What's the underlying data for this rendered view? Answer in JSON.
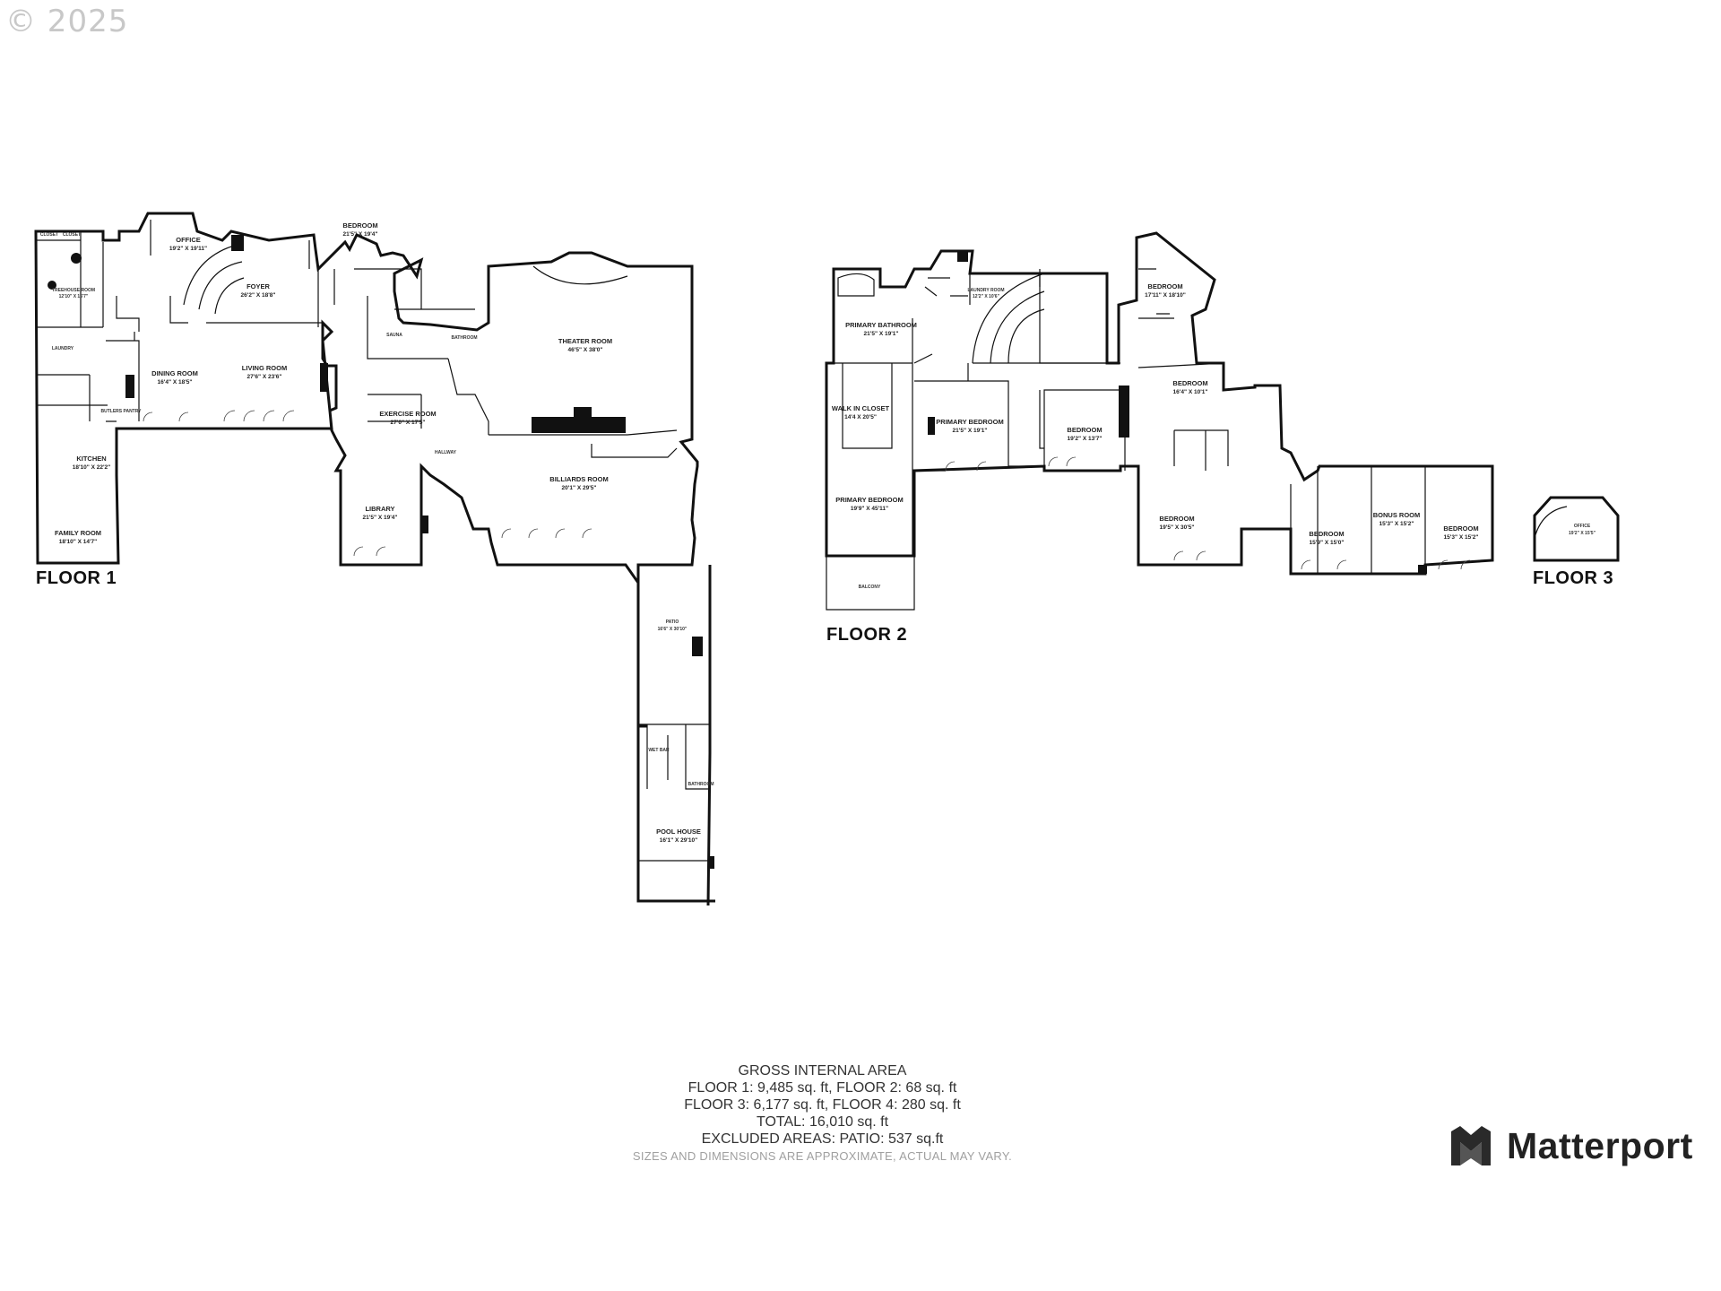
{
  "copyright": "© 2025",
  "floors": {
    "floor1": "FLOOR 1",
    "floor2": "FLOOR 2",
    "floor3": "FLOOR 3"
  },
  "rooms": {
    "closet": "CLOSET",
    "treehouse_room": "TREEHOUSE ROOM",
    "treehouse_room_dim": "12'10\" X 16'7\"",
    "office1": "OFFICE",
    "office1_dim": "19'2\" X 19'11\"",
    "foyer": "FOYER",
    "foyer_dim": "26'2\" X 18'8\"",
    "bedroom1": "BEDROOM",
    "bedroom1_dim": "21'5\" X 19'4\"",
    "sauna": "SAUNA",
    "bathroom": "BATHROOM",
    "theater_room": "THEATER ROOM",
    "theater_room_dim": "46'5\" X 38'0\"",
    "laundry": "LAUNDRY",
    "dining_room": "DINING ROOM",
    "dining_room_dim": "16'4\" X 18'5\"",
    "living_room": "LIVING ROOM",
    "living_room_dim": "27'6\" X 23'6\"",
    "exercise_room": "EXERCISE ROOM",
    "exercise_room_dim": "27'0\" X 17'5\"",
    "hallway": "HALLWAY",
    "butlers_pantry": "BUTLERS PANTRY",
    "kitchen": "KITCHEN",
    "kitchen_dim": "18'10\" X 22'2\"",
    "library": "LIBRARY",
    "library_dim": "21'5\" X 19'4\"",
    "billiards_room": "BILLIARDS ROOM",
    "billiards_room_dim": "20'1\" X 29'5\"",
    "family_room": "FAMILY ROOM",
    "family_room_dim": "18'10\" X 14'7\"",
    "patio": "PATIO",
    "patio_dim": "16'6\" X 30'10\"",
    "wet_bar": "WET BAR",
    "pool_house": "POOL HOUSE",
    "pool_house_dim": "16'1\" X 29'10\"",
    "primary_bathroom": "PRIMARY BATHROOM",
    "primary_bathroom_dim": "21'5\" X 19'1\"",
    "laundry_room": "LAUNDRY ROOM",
    "laundry_room_dim": "12'2\" X 10'6\"",
    "bedroom2": "BEDROOM",
    "bedroom2_dim": "17'11\" X 18'10\"",
    "walk_in_closet": "WALK IN CLOSET",
    "walk_in_closet_dim": "14'4 X 20'5\"",
    "primary_bedroom_a": "PRIMARY BEDROOM",
    "primary_bedroom_a_dim": "21'5\" X 19'1\"",
    "bedroom3": "BEDROOM",
    "bedroom3_dim": "19'2\" X 13'7\"",
    "bedroom4": "BEDROOM",
    "bedroom4_dim": "16'4\" X 10'1\"",
    "primary_bedroom_b": "PRIMARY BEDROOM",
    "primary_bedroom_b_dim": "19'9\" X 45'11\"",
    "bedroom5": "BEDROOM",
    "bedroom5_dim": "19'5\" X 30'5\"",
    "bedroom6": "BEDROOM",
    "bedroom6_dim": "15'9\" X 15'0\"",
    "bonus_room": "BONUS ROOM",
    "bonus_room_dim": "15'3\" X 15'2\"",
    "bedroom7": "BEDROOM",
    "bedroom7_dim": "15'3\" X 15'2\"",
    "balcony": "BALCONY",
    "office3": "OFFICE",
    "office3_dim": "19'2\" X 15'5\""
  },
  "area": {
    "heading": "GROSS INTERNAL AREA",
    "line1": "FLOOR 1: 9,485 sq. ft, FLOOR 2: 68 sq. ft",
    "line2": "FLOOR 3: 6,177 sq. ft, FLOOR 4: 280 sq. ft",
    "line3": "TOTAL:  16,010 sq. ft",
    "line4": "EXCLUDED AREAS: PATIO: 537 sq.ft",
    "disclaimer": "SIZES AND DIMENSIONS ARE APPROXIMATE, ACTUAL MAY VARY."
  },
  "brand": {
    "name": "Matterport",
    "icon": "matterport-logo-icon"
  }
}
